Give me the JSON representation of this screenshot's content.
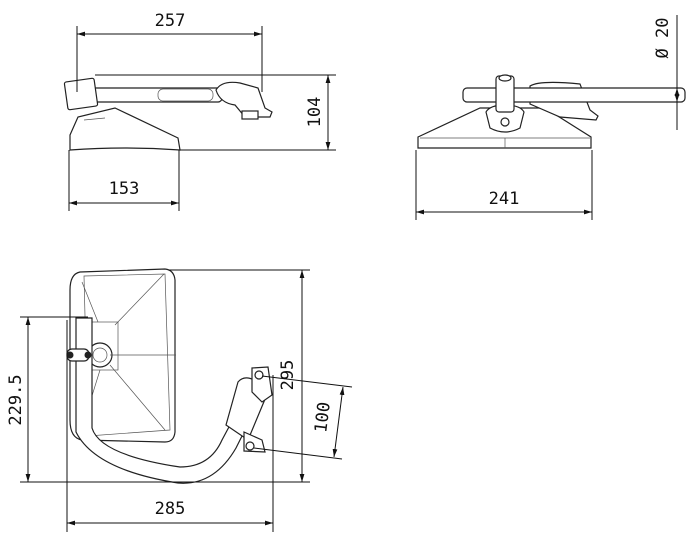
{
  "title": "Mirror dimension drawing",
  "dimensions": {
    "arm_length": "257",
    "height": "104",
    "mirror_depth": "153",
    "tube_diameter": "Ø 20",
    "mirror_width": "241",
    "mount_height": "229.5",
    "overall_height": "295",
    "bracket_spacing": "100",
    "overall_width": "285"
  },
  "colors": {
    "line": "#111111",
    "background": "#ffffff"
  }
}
